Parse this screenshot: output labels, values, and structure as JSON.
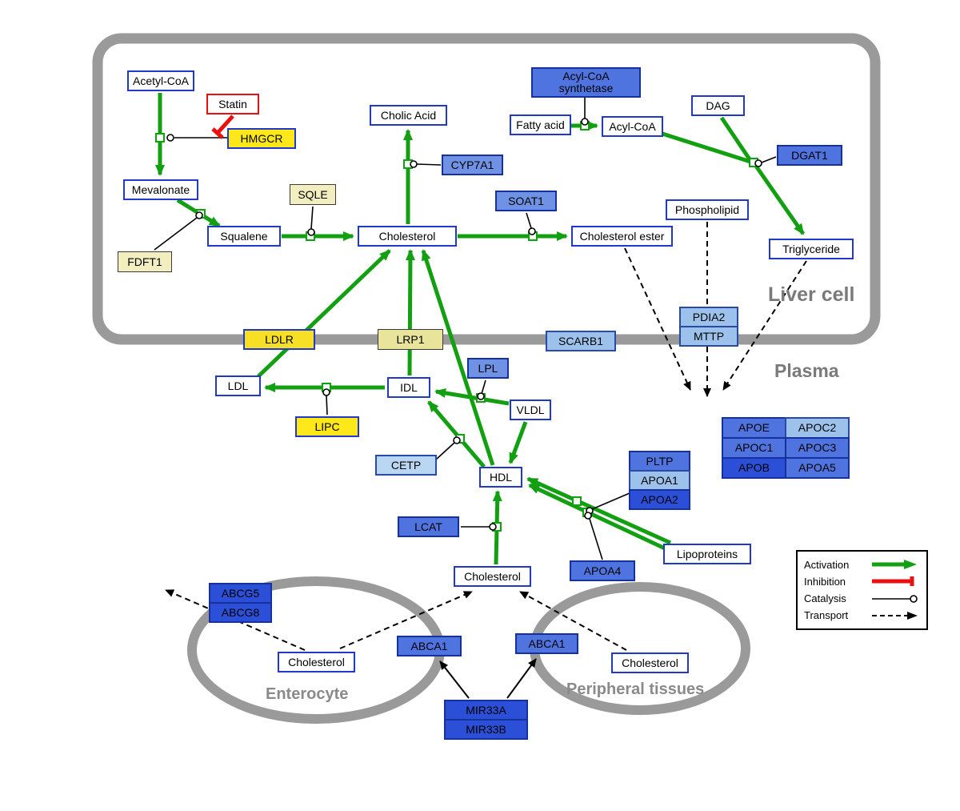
{
  "compartments": {
    "liver": "Liver cell",
    "plasma": "Plasma",
    "enterocyte": "Enterocyte",
    "peripheral": "Peripheral tissues"
  },
  "legend": {
    "activation": "Activation",
    "inhibition": "Inhibition",
    "catalysis": "Catalysis",
    "transport": "Transport"
  },
  "colors": {
    "activation_green": "#12a012",
    "inhibition_red": "#e81010",
    "metabolite_border_blue": "#2238c8",
    "enzyme_yellow": "#ffe81a",
    "enzyme_pale_yellow": "#f2eec0",
    "gene_blue_dark": "#2b4fd7",
    "gene_blue_medium": "#4f74e0",
    "gene_blue_light": "#9cc2ec",
    "membrane_gray": "#9a9a9a"
  },
  "nodes": {
    "acetyl_coa": "Acetyl-CoA",
    "statin": "Statin",
    "hmgcr": "HMGCR",
    "mevalonate": "Mevalonate",
    "sqle": "SQLE",
    "fdft1": "FDFT1",
    "squalene": "Squalene",
    "cholesterol_liver": "Cholesterol",
    "cholic_acid": "Cholic Acid",
    "cyp7a1": "CYP7A1",
    "soat1": "SOAT1",
    "cholesterol_ester": "Cholesterol ester",
    "acyl_coa_synthetase": "Acyl-CoA synthetase",
    "fatty_acid": "Fatty acid",
    "acyl_coa": "Acyl-CoA",
    "dag": "DAG",
    "dgat1": "DGAT1",
    "phospholipid": "Phospholipid",
    "triglyceride": "Triglyceride",
    "pdia2": "PDIA2",
    "mttp": "MTTP",
    "ldlr": "LDLR",
    "lrp1": "LRP1",
    "scarb1": "SCARB1",
    "ldl": "LDL",
    "idl": "IDL",
    "lpl": "LPL",
    "vldl": "VLDL",
    "lipc": "LIPC",
    "cetp": "CETP",
    "hdl": "HDL",
    "pltp": "PLTP",
    "apoa1": "APOA1",
    "apoa2": "APOA2",
    "apoe": "APOE",
    "apoc2": "APOC2",
    "apoc1": "APOC1",
    "apoc3": "APOC3",
    "apob": "APOB",
    "apoa5": "APOA5",
    "lcat": "LCAT",
    "apoa4": "APOA4",
    "lipoproteins": "Lipoproteins",
    "cholesterol_plasma": "Cholesterol",
    "abcg5": "ABCG5",
    "abcg8": "ABCG8",
    "cholesterol_enterocyte": "Cholesterol",
    "abca1_left": "ABCA1",
    "abca1_right": "ABCA1",
    "cholesterol_peripheral": "Cholesterol",
    "mir33a": "MIR33A",
    "mir33b": "MIR33B"
  }
}
